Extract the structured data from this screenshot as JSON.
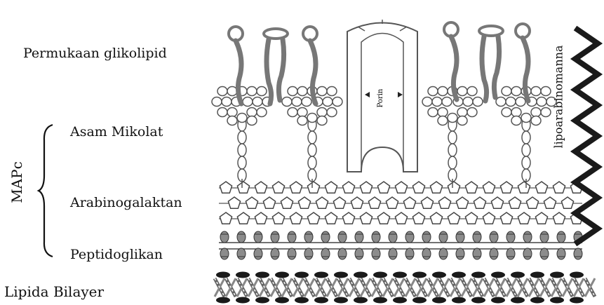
{
  "labels": {
    "surface_glycolipid": "Permukaan glikolipid",
    "mycolic_acid": "Asam Mikolat",
    "arabinogalactan": "Arabinogalaktan",
    "peptidoglycan": "Peptidoglikan",
    "lipid_bilayer": "Lipida Bilayer",
    "mapc": "MAPc",
    "lipoarabinomannan": "lipoarabinomanna",
    "porin": "Porin"
  },
  "colors": {
    "line": "#555555",
    "dark": "#1a1a1a",
    "fill_grey": "#8c8c8c",
    "background": "#ffffff"
  }
}
